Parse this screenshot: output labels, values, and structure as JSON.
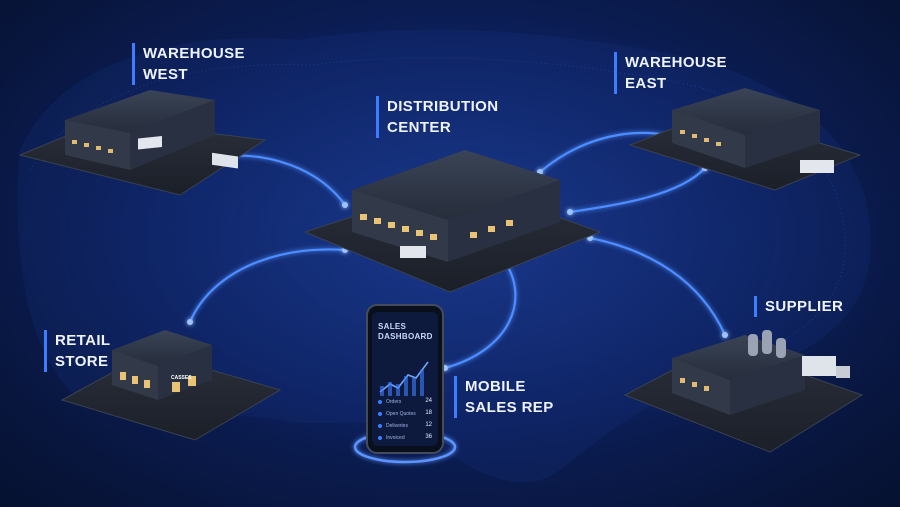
{
  "nodes": {
    "warehouse_west": {
      "line1": "WAREHOUSE",
      "line2": "WEST"
    },
    "distribution_center": {
      "line1": "DISTRIBUTION",
      "line2": "CENTER"
    },
    "warehouse_east": {
      "line1": "WAREHOUSE",
      "line2": "EAST"
    },
    "retail_store": {
      "line1": "RETAIL",
      "line2": "STORE"
    },
    "mobile_sales_rep": {
      "line1": "MOBILE",
      "line2": "SALES REP"
    },
    "supplier": {
      "line1": "SUPPLIER"
    }
  },
  "phone": {
    "title_line1": "SALES",
    "title_line2": "DASHBOARD",
    "rows": [
      {
        "label": "Orders",
        "value": "24"
      },
      {
        "label": "Open Quotes",
        "value": "18"
      },
      {
        "label": "Deliveries",
        "value": "12"
      },
      {
        "label": "Invoiced",
        "value": "36"
      }
    ]
  },
  "store_sign": "CASSES",
  "colors": {
    "background": "#0c1f5a",
    "connection": "#4d8dff",
    "connection_glow": "#2f6bff",
    "label_bar": "#3d7dff",
    "window_light": "#ffd27a"
  }
}
